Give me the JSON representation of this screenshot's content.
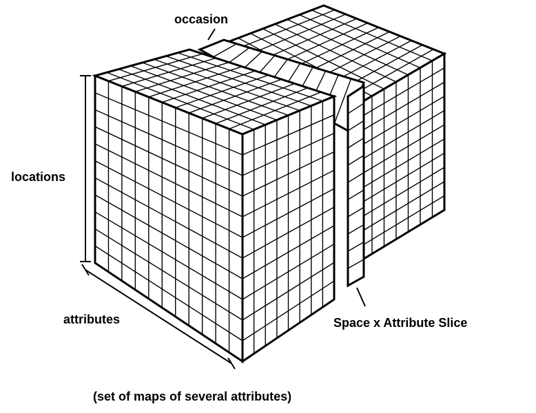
{
  "labels": {
    "occasion": "occasion",
    "locations": "locations",
    "attributes": "attributes",
    "slice": "Space x Attribute Slice",
    "caption": "(set of maps of several attributes)"
  },
  "colors": {
    "ink": "#000000",
    "paper": "#ffffff"
  },
  "cube_grid": {
    "attribute_cells": 11,
    "location_cells": 11,
    "occasion_cells": 8
  }
}
